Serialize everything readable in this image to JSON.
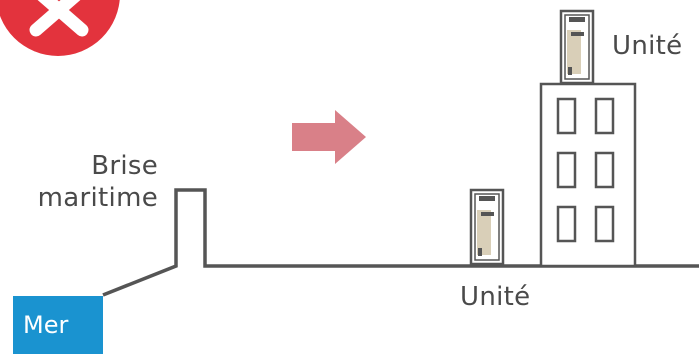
{
  "labels": {
    "breeze_line1": "Brise",
    "breeze_line2": "maritime",
    "unit_top": "Unité",
    "unit_bottom": "Unité",
    "sea": "Mer"
  },
  "icons": {
    "status": "cross-icon",
    "direction": "arrow-right-icon"
  },
  "colors": {
    "status_bad": "#e3333d",
    "arrow": "#d98088",
    "sea": "#1a93d0",
    "line": "#555555",
    "unit_fill": "#d9cfb8"
  }
}
